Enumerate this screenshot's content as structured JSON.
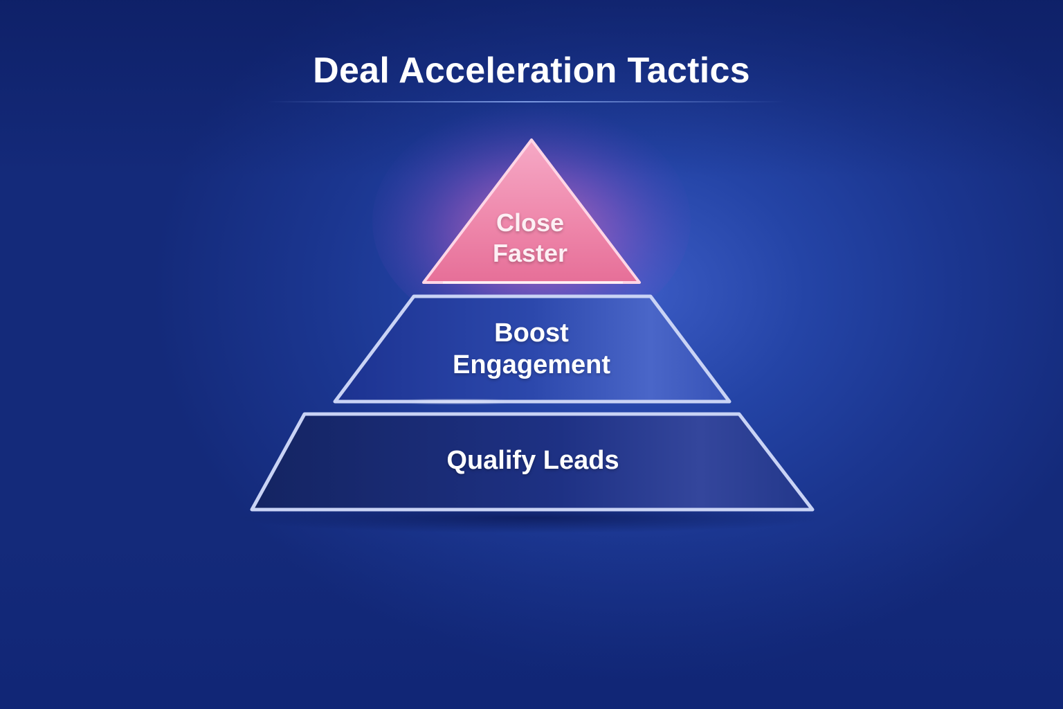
{
  "header": {
    "title": "Deal Acceleration Tactics"
  },
  "pyramid": {
    "levels": [
      {
        "position": "top",
        "label_line1": "Close",
        "label_line2": "Faster",
        "color": "#ec7fa3",
        "highlighted": true
      },
      {
        "position": "middle",
        "label_line1": "Boost",
        "label_line2": "Engagement",
        "color": "#2a45a8",
        "highlighted": false
      },
      {
        "position": "bottom",
        "label_line1": "Qualify Leads",
        "label_line2": "",
        "color": "#1b2e80",
        "highlighted": false
      }
    ]
  },
  "colors": {
    "background": "#1d3a96",
    "accent_pink": "#ec7fa3",
    "outline": "#c9d3f5",
    "text": "#ffffff"
  }
}
